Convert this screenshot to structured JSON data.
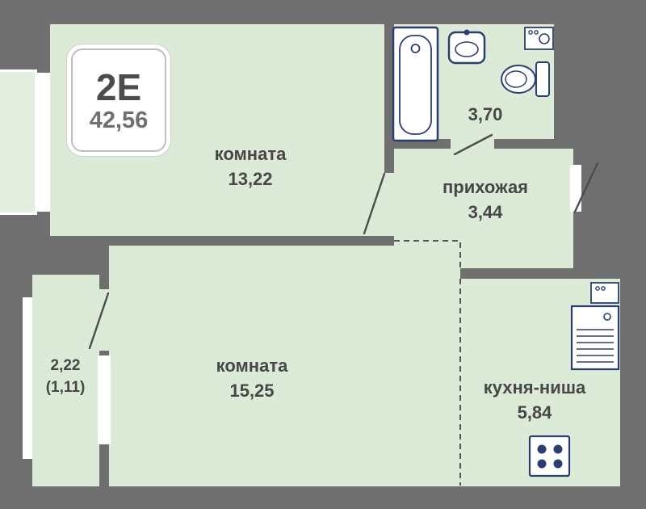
{
  "badge": {
    "type": "2Е",
    "total_area": "42,56"
  },
  "rooms": {
    "room1": {
      "label": "комната",
      "area": "13,22"
    },
    "bathroom": {
      "area": "3,70"
    },
    "hallway": {
      "label": "прихожая",
      "area": "3,44"
    },
    "room2": {
      "label": "комната",
      "area": "15,25"
    },
    "kitchen": {
      "label": "кухня-ниша",
      "area": "5,84"
    },
    "balcony": {
      "area": "2,22",
      "area_coeff": "(1,11)"
    }
  },
  "colors": {
    "wall": "#6f6f6f",
    "floor": "#dcead8",
    "fixtures": "#2c3e70",
    "door_lines": "#4d4d4d",
    "text": "#474747"
  },
  "icons": [
    "bathtub-icon",
    "sink-icon",
    "toilet-icon",
    "washer-icon",
    "appliance-icon",
    "kitchen-sink-icon",
    "stove-icon"
  ]
}
